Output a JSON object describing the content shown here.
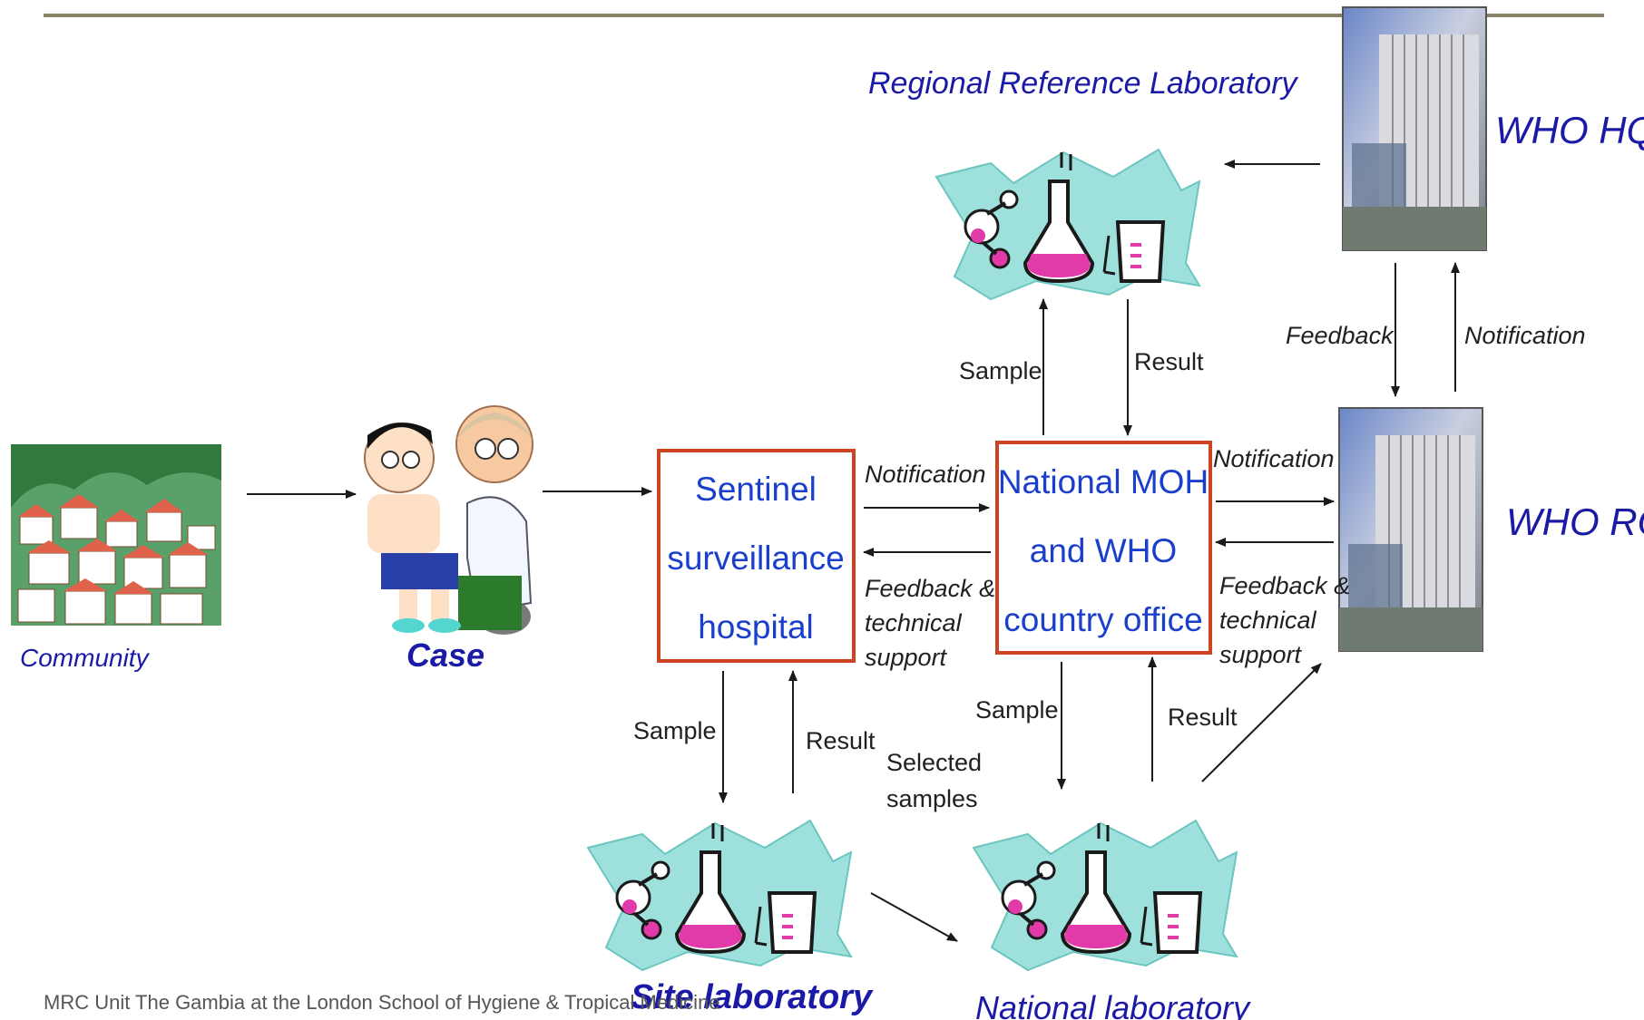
{
  "nodes": {
    "community": "Community",
    "case": "Case",
    "sentinel": [
      "Sentinel",
      "surveillance",
      "hospital"
    ],
    "national_moh": [
      "National MOH",
      "and WHO",
      "country office"
    ],
    "regional_lab": "Regional Reference Laboratory",
    "who_hq": "WHO HQ",
    "who_ro": "WHO RO",
    "site_lab": "Site laboratory",
    "national_lab": "National  laboratory"
  },
  "edges": {
    "sentinel_to_moh": "Notification",
    "moh_to_sentinel": [
      "Feedback &",
      "technical",
      "support"
    ],
    "moh_to_ro": "Notification",
    "ro_to_moh": [
      "Feedback &",
      "technical",
      "support"
    ],
    "moh_to_regional": "Sample",
    "regional_to_moh": "Result",
    "hq_to_ro": "Feedback",
    "ro_to_hq": "Notification",
    "sentinel_to_site": "Sample",
    "site_to_sentinel": "Result",
    "site_to_national": [
      "Selected",
      "samples"
    ],
    "moh_to_national": "Sample",
    "national_to_moh": "Result"
  },
  "footer": "MRC Unit The Gambia at the London School of Hygiene & Tropical Medicine",
  "colors": {
    "header_rule": "#8a8266",
    "box_border": "#cc4422",
    "node_text": "#1a3fcc",
    "caption_text": "#1a1aa6",
    "lab_fill": "#9ee0dc"
  }
}
